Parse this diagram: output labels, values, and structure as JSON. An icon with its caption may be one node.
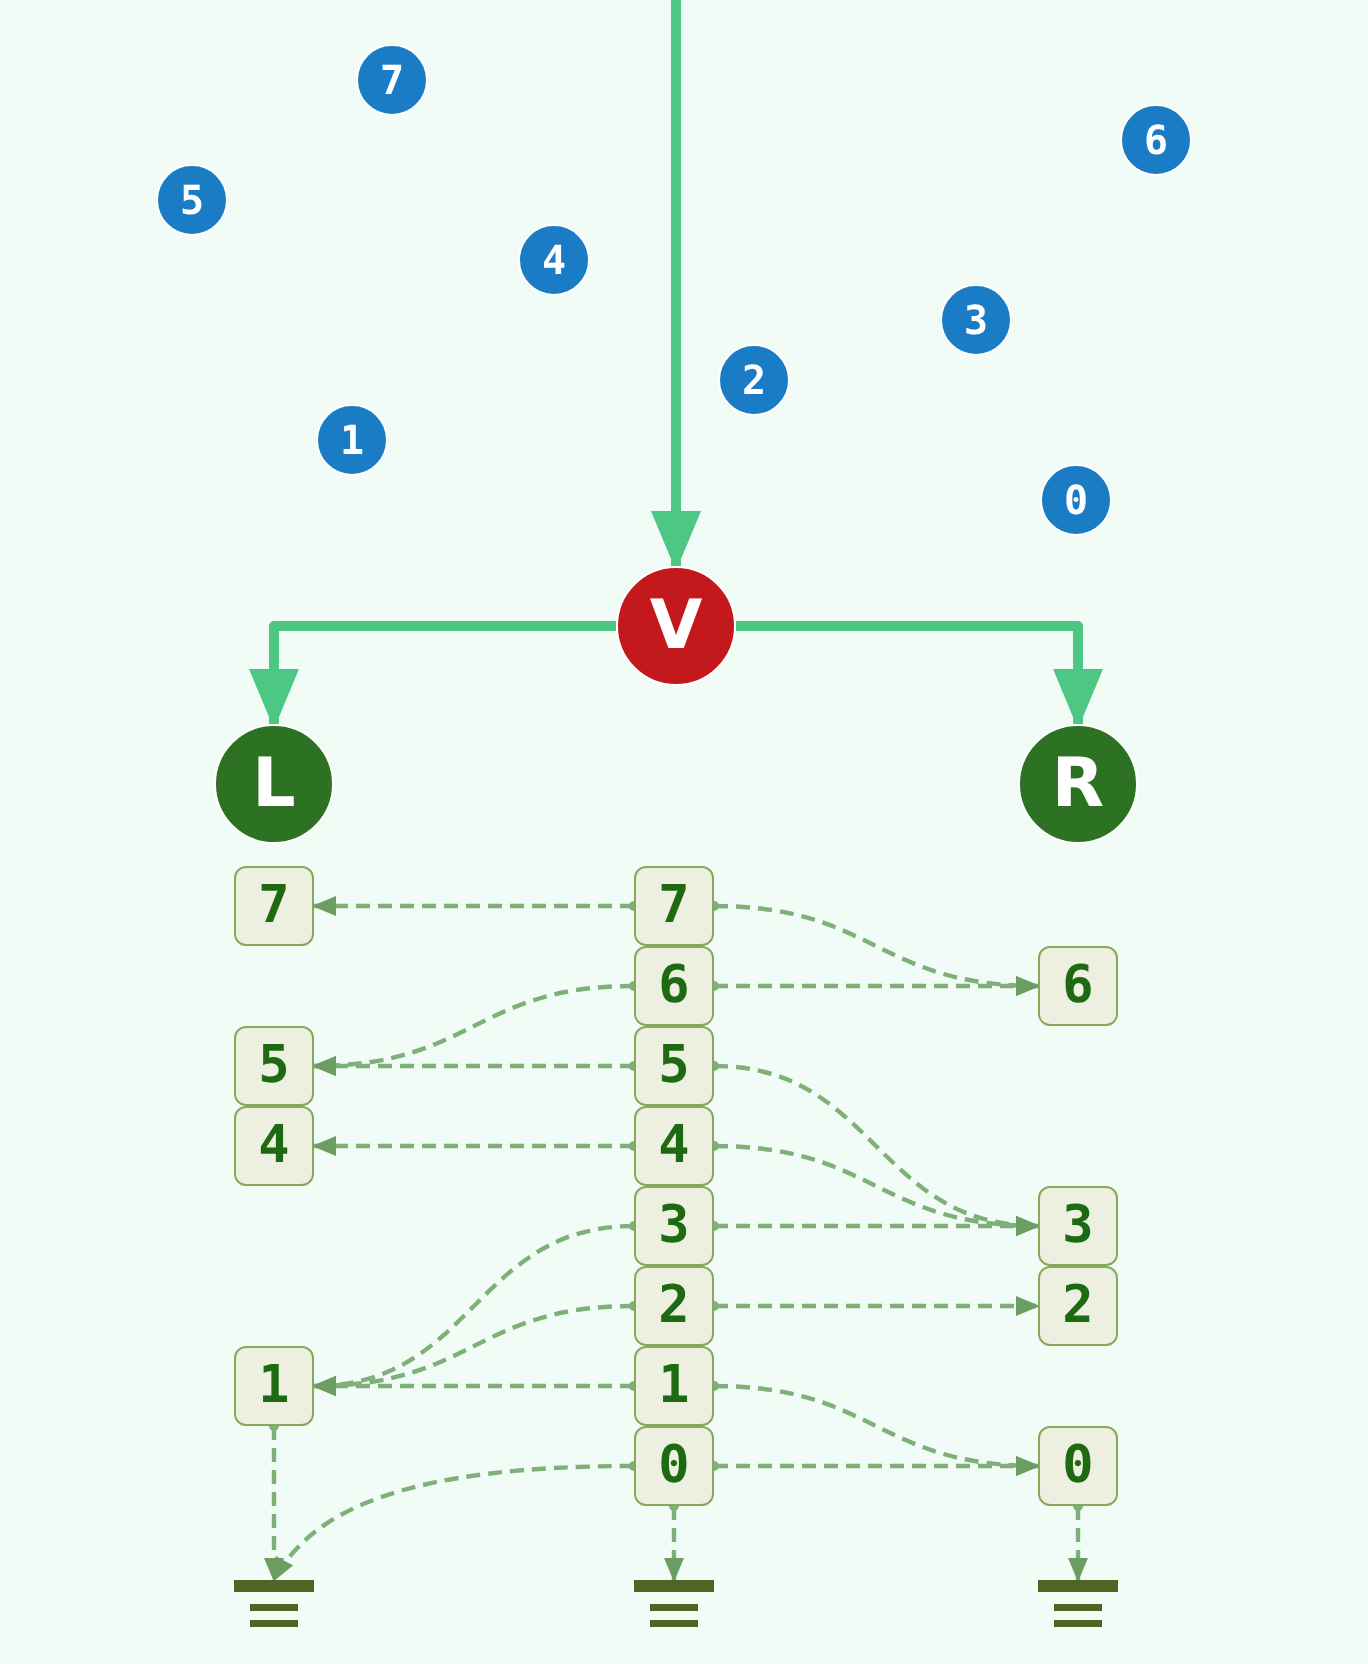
{
  "diagram": {
    "nodes": [
      {
        "text": [
          "7"
        ]
      },
      {
        "text": [
          "6"
        ]
      },
      {
        "text": [
          "5"
        ]
      },
      {
        "text": [
          "4"
        ]
      },
      {
        "text": [
          "3"
        ]
      },
      {
        "text": [
          "2"
        ]
      },
      {
        "text": [
          "1"
        ]
      },
      {
        "text": [
          "0"
        ]
      },
      {
        "text": [
          "V"
        ]
      },
      {
        "text": [
          "L"
        ]
      },
      {
        "text": [
          "R"
        ]
      },
      {
        "text": [
          "7"
        ]
      },
      {
        "text": [
          "6"
        ]
      },
      {
        "text": [
          "5"
        ]
      },
      {
        "text": [
          "4"
        ]
      },
      {
        "text": [
          "3"
        ]
      },
      {
        "text": [
          "2"
        ]
      },
      {
        "text": [
          "1"
        ]
      },
      {
        "text": [
          "0"
        ]
      },
      {
        "text": [
          "7"
        ]
      },
      {
        "text": [
          "5"
        ]
      },
      {
        "text": [
          "4"
        ]
      },
      {
        "text": [
          "1"
        ]
      },
      {
        "text": [
          "6"
        ]
      },
      {
        "text": [
          "3"
        ]
      },
      {
        "text": [
          "2"
        ]
      },
      {
        "text": [
          "0"
        ]
      },
      {
        "text": [],
        "shape": "ground"
      },
      {
        "text": [],
        "shape": "ground"
      },
      {
        "text": [],
        "shape": "ground"
      }
    ],
    "edges": [
      {
        "from": null,
        "to": 8,
        "arrow": "to",
        "style": "thick",
        "color": "#4cc784"
      },
      {
        "from": 8,
        "to": 9,
        "arrow": "to",
        "style": "thick",
        "color": "#4cc784"
      },
      {
        "from": 8,
        "to": 10,
        "arrow": "to",
        "style": "thick",
        "color": "#4cc784"
      },
      {
        "from": 11,
        "to": 19,
        "arrow": "to",
        "style": "dashed"
      },
      {
        "from": 11,
        "to": 23,
        "arrow": "to",
        "style": "dashed"
      },
      {
        "from": 12,
        "to": 20,
        "arrow": "to",
        "style": "dashed"
      },
      {
        "from": 12,
        "to": 23,
        "arrow": "to",
        "style": "dashed"
      },
      {
        "from": 13,
        "to": 20,
        "arrow": "to",
        "style": "dashed"
      },
      {
        "from": 13,
        "to": 24,
        "arrow": "to",
        "style": "dashed"
      },
      {
        "from": 14,
        "to": 21,
        "arrow": "to",
        "style": "dashed"
      },
      {
        "from": 14,
        "to": 24,
        "arrow": "to",
        "style": "dashed"
      },
      {
        "from": 15,
        "to": 24,
        "arrow": "to",
        "style": "dashed"
      },
      {
        "from": 15,
        "to": 22,
        "arrow": "to",
        "style": "dashed"
      },
      {
        "from": 16,
        "to": 22,
        "arrow": "to",
        "style": "dashed"
      },
      {
        "from": 16,
        "to": 25,
        "arrow": "to",
        "style": "dashed"
      },
      {
        "from": 17,
        "to": 22,
        "arrow": "to",
        "style": "dashed"
      },
      {
        "from": 17,
        "to": 26,
        "arrow": "to",
        "style": "dashed"
      },
      {
        "from": 18,
        "to": 26,
        "arrow": "to",
        "style": "dashed"
      },
      {
        "from": 18,
        "to": 27,
        "arrow": "to",
        "style": "dashed"
      },
      {
        "from": 22,
        "to": 27,
        "arrow": "to",
        "style": "dashed"
      },
      {
        "from": 18,
        "to": 28,
        "arrow": "to",
        "style": "dashed"
      },
      {
        "from": 26,
        "to": 29,
        "arrow": "to",
        "style": "dashed"
      }
    ]
  }
}
